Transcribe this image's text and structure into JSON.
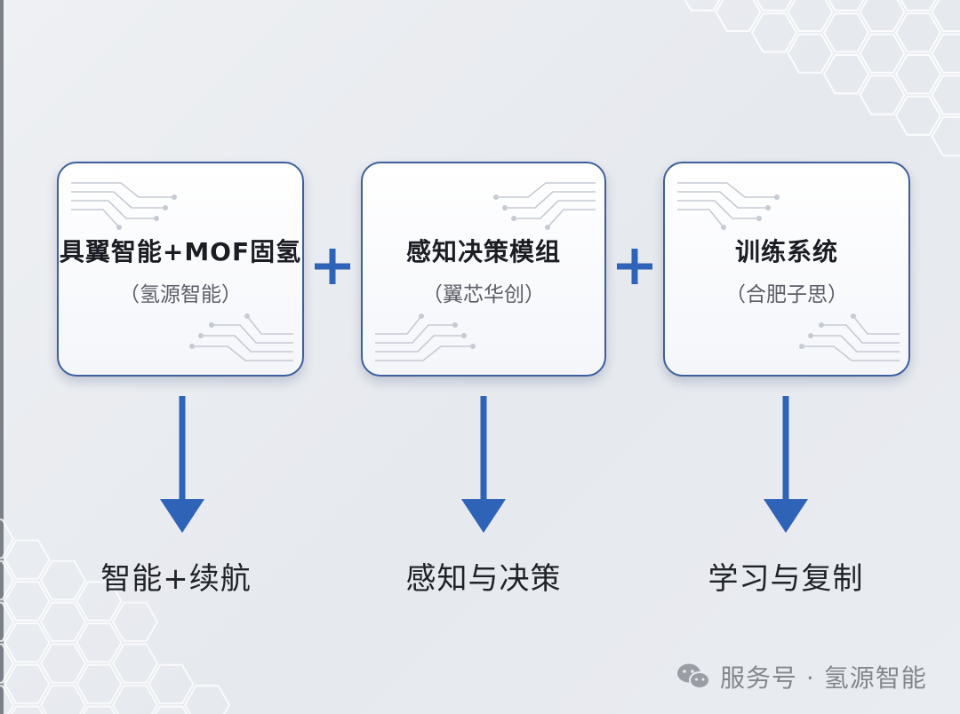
{
  "modules": [
    {
      "title": "具翼智能+MOF固氢",
      "subtitle": "（氢源智能）",
      "outcome": "智能+续航"
    },
    {
      "title": "感知决策模组",
      "subtitle": "（翼芯华创）",
      "outcome": "感知与决策"
    },
    {
      "title": "训练系统",
      "subtitle": "（合肥子思）",
      "outcome": "学习与复制"
    }
  ],
  "connectors": [
    "+",
    "+"
  ],
  "watermark": {
    "text": "服务号 · 氢源智能",
    "icon": "wechat-icon"
  },
  "colors": {
    "accent": "#2f63b8",
    "card_border": "#3d5f9e",
    "background": "#e9ecf0"
  }
}
